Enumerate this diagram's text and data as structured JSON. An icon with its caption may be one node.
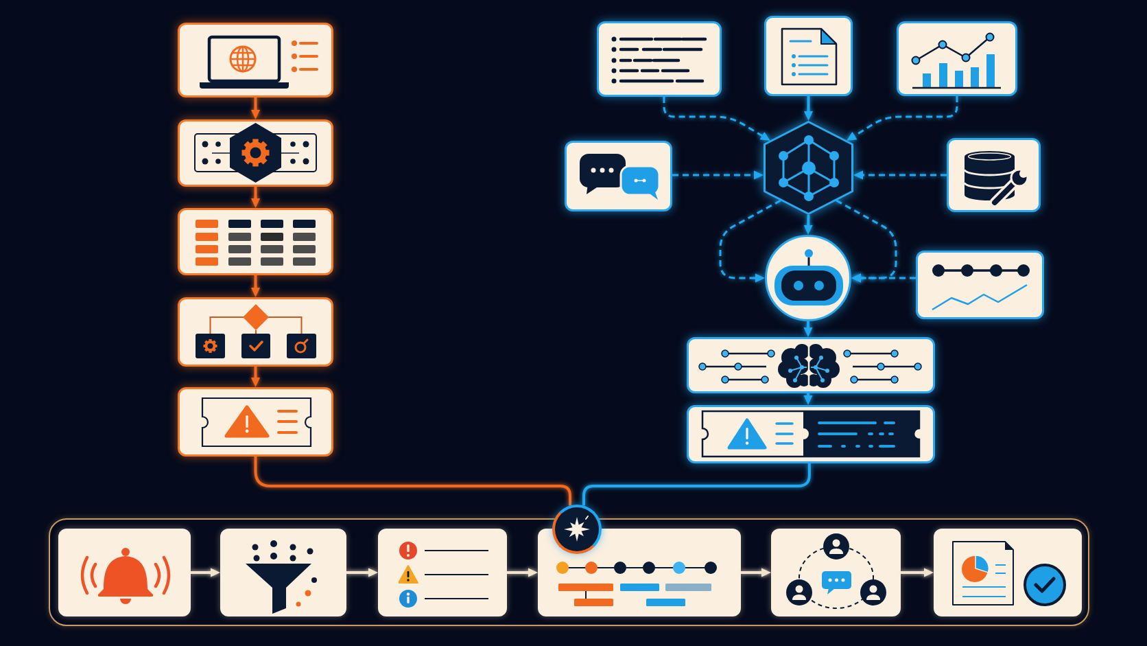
{
  "diagram": {
    "nodes": [
      {
        "text": [],
        "shape": "box"
      },
      {
        "text": [],
        "shape": "box"
      },
      {
        "text": [],
        "shape": "box"
      },
      {
        "text": [],
        "shape": "box"
      },
      {
        "text": [],
        "shape": "box"
      },
      {
        "text": [],
        "shape": "box"
      },
      {
        "text": [],
        "shape": "box"
      },
      {
        "text": [],
        "shape": "box"
      },
      {
        "text": [],
        "shape": "box"
      },
      {
        "text": [],
        "shape": "hexagon"
      },
      {
        "text": [],
        "shape": "box"
      },
      {
        "text": [],
        "shape": "circle"
      },
      {
        "text": [],
        "shape": "box"
      },
      {
        "text": [],
        "shape": "box"
      },
      {
        "text": [],
        "shape": "box"
      },
      {
        "text": [],
        "shape": "circle"
      },
      {
        "text": [],
        "shape": "box"
      },
      {
        "text": [],
        "shape": "box",
        "in": 16
      },
      {
        "text": [],
        "shape": "box",
        "in": 16
      },
      {
        "text": [],
        "shape": "box",
        "in": 16
      },
      {
        "text": [],
        "shape": "box",
        "in": 16
      },
      {
        "text": [],
        "shape": "box",
        "in": 16
      },
      {
        "text": [],
        "shape": "box",
        "in": 16
      }
    ],
    "edges": [
      {
        "from": 0,
        "to": 1,
        "arrow": "to",
        "color": "#f26a1f"
      },
      {
        "from": 1,
        "to": 2,
        "arrow": "to",
        "color": "#f26a1f"
      },
      {
        "from": 2,
        "to": 3,
        "arrow": "to",
        "color": "#f26a1f"
      },
      {
        "from": 3,
        "to": 4,
        "arrow": "to",
        "color": "#f26a1f"
      },
      {
        "from": 4,
        "to": 15,
        "arrow": "none",
        "color": "#f26a1f"
      },
      {
        "from": 5,
        "to": 9,
        "arrow": "to",
        "style": "dashed"
      },
      {
        "from": 6,
        "to": 9,
        "arrow": "to"
      },
      {
        "from": 7,
        "to": 9,
        "arrow": "to",
        "style": "dashed"
      },
      {
        "from": 8,
        "to": 9,
        "arrow": "to",
        "style": "dashed"
      },
      {
        "from": 10,
        "to": 9,
        "arrow": "to",
        "style": "dashed"
      },
      {
        "from": 9,
        "to": 11,
        "arrow": "to"
      },
      {
        "from": 9,
        "to": 11,
        "arrow": "to",
        "style": "dashed"
      },
      {
        "from": 9,
        "to": 11,
        "arrow": "to",
        "style": "dashed"
      },
      {
        "from": 12,
        "to": 11,
        "arrow": "to",
        "style": "dashed"
      },
      {
        "from": 11,
        "to": 13,
        "arrow": "to"
      },
      {
        "from": 13,
        "to": 14,
        "arrow": "to"
      },
      {
        "from": 14,
        "to": 15,
        "arrow": "none"
      },
      {
        "from": 17,
        "to": 18,
        "arrow": "to",
        "color": "#f2e3cc"
      },
      {
        "from": 18,
        "to": 19,
        "arrow": "to",
        "color": "#f2e3cc"
      },
      {
        "from": 19,
        "to": 20,
        "arrow": "to",
        "color": "#f2e3cc"
      },
      {
        "from": 20,
        "to": 21,
        "arrow": "to",
        "color": "#f2e3cc"
      },
      {
        "from": 21,
        "to": 22,
        "arrow": "to",
        "color": "#f2e3cc"
      }
    ]
  }
}
